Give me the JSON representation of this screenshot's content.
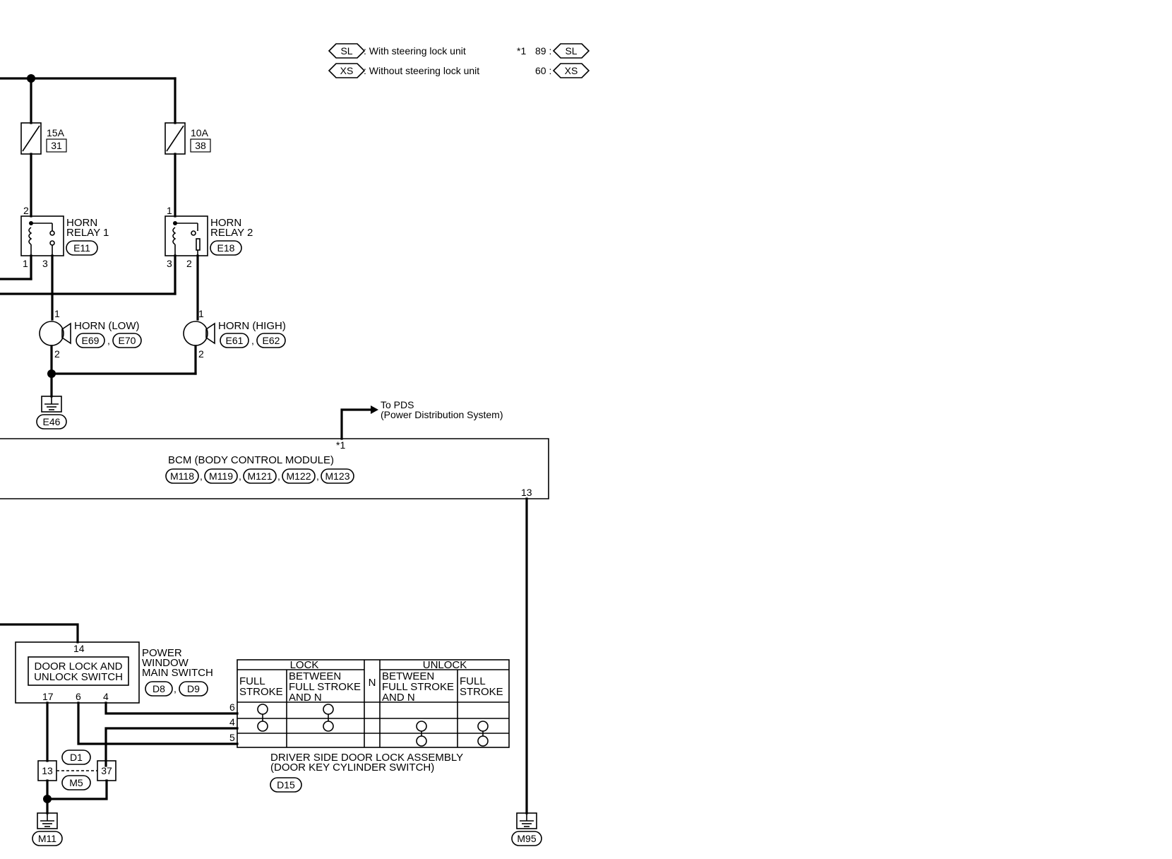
{
  "legend": {
    "sl_tag": "SL",
    "sl_text": ": With steering lock unit",
    "xs_tag": "XS",
    "xs_text": ": Without steering lock unit",
    "star": "*1",
    "sl_value": "89 :",
    "xs_value": "60 :"
  },
  "fuses": [
    {
      "rating": "15A",
      "number": "31"
    },
    {
      "rating": "10A",
      "number": "38"
    }
  ],
  "relays": [
    {
      "name_line1": "HORN",
      "name_line2": "RELAY 1",
      "connector": "E11",
      "pin_top": "2",
      "pin_left": "1",
      "pin_right": "3"
    },
    {
      "name_line1": "HORN",
      "name_line2": "RELAY 2",
      "connector": "E18",
      "pin_top": "1",
      "pin_left": "3",
      "pin_right": "2"
    }
  ],
  "horns": [
    {
      "name": "HORN (LOW)",
      "connectors": [
        "E69",
        "E70"
      ],
      "pin_top": "1",
      "pin_bottom": "2"
    },
    {
      "name": "HORN (HIGH)",
      "connectors": [
        "E61",
        "E62"
      ],
      "pin_top": "1",
      "pin_bottom": "2"
    }
  ],
  "grounds": {
    "horn": "E46",
    "switch": "M11",
    "bcm": "M95"
  },
  "pds": {
    "line1": "To PDS",
    "line2": "(Power Distribution System)",
    "star": "*1"
  },
  "bcm": {
    "title": "BCM (BODY CONTROL MODULE)",
    "connectors": [
      "M118",
      "M119",
      "M121",
      "M122",
      "M123"
    ],
    "pin": "13"
  },
  "pw_switch": {
    "inner_line1": "DOOR LOCK AND",
    "inner_line2": "UNLOCK SWITCH",
    "name_line1": "POWER",
    "name_line2": "WINDOW",
    "name_line3": "MAIN SWITCH",
    "connectors": [
      "D8",
      "D9"
    ],
    "pin_top": "14",
    "pins_bottom": [
      "17",
      "6",
      "4"
    ]
  },
  "joint": {
    "connectors": [
      "D1",
      "M5"
    ],
    "pin_left": "13",
    "pin_right": "37"
  },
  "door_lock_table": {
    "lock": "LOCK",
    "unlock": "UNLOCK",
    "n": "N",
    "full_stroke_1": "FULL",
    "full_stroke_2": "STROKE",
    "between_1": "BETWEEN",
    "between_2": "FULL STROKE",
    "between_3": "AND N",
    "pins": [
      "6",
      "4",
      "5"
    ]
  },
  "door_lock_assembly": {
    "line1": "DRIVER SIDE DOOR LOCK ASSEMBLY",
    "line2": "(DOOR KEY CYLINDER SWITCH)",
    "connector": "D15"
  },
  "colors": {
    "ink": "#000000",
    "paper": "#ffffff"
  }
}
